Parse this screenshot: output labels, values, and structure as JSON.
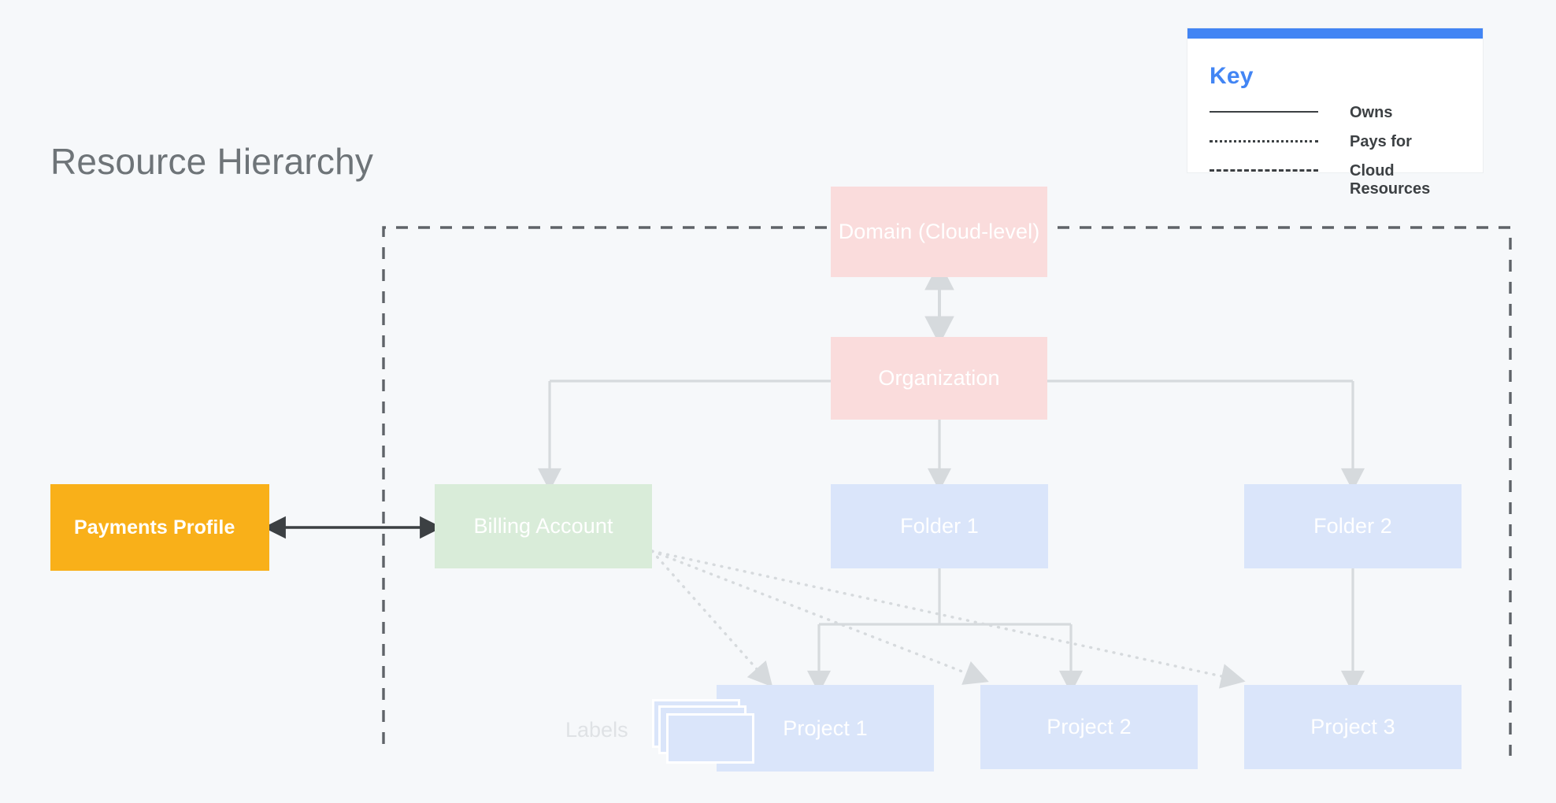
{
  "page": {
    "title": "Resource Hierarchy",
    "background_color": "#f6f8fa"
  },
  "key": {
    "title": "Key",
    "accent_color": "#4285f4",
    "items": [
      {
        "style": "solid",
        "label": "Owns"
      },
      {
        "style": "dotted",
        "label": "Pays for"
      },
      {
        "style": "dashed",
        "label": "Cloud Resources"
      }
    ]
  },
  "diagram": {
    "type": "hierarchy",
    "cloud_boundary_label": "Cloud Resources",
    "nodes": [
      {
        "id": "domain",
        "label": "Domain (Cloud-level)",
        "color": "#fadcdc",
        "text_color": "#ffffff"
      },
      {
        "id": "organization",
        "label": "Organization",
        "color": "#fadcdc",
        "text_color": "#ffffff"
      },
      {
        "id": "payments_profile",
        "label": "Payments Profile",
        "color": "#f9b019",
        "text_color": "#ffffff"
      },
      {
        "id": "billing_account",
        "label": "Billing Account",
        "color": "#d9ecd9",
        "text_color": "#ffffff"
      },
      {
        "id": "folder_1",
        "label": "Folder 1",
        "color": "#dae5fa",
        "text_color": "#ffffff"
      },
      {
        "id": "folder_2",
        "label": "Folder 2",
        "color": "#dae5fa",
        "text_color": "#ffffff"
      },
      {
        "id": "project_1",
        "label": "Project 1",
        "color": "#dae5fa",
        "text_color": "#ffffff"
      },
      {
        "id": "project_2",
        "label": "Project 2",
        "color": "#dae5fa",
        "text_color": "#ffffff"
      },
      {
        "id": "project_3",
        "label": "Project 3",
        "color": "#dae5fa",
        "text_color": "#ffffff"
      }
    ],
    "labels_caption": "Labels",
    "edges": [
      {
        "from": "domain",
        "to": "organization",
        "style": "owns",
        "arrow": "double"
      },
      {
        "from": "organization",
        "to": "billing_account",
        "style": "owns",
        "arrow": "single"
      },
      {
        "from": "organization",
        "to": "folder_1",
        "style": "owns",
        "arrow": "single"
      },
      {
        "from": "organization",
        "to": "folder_2",
        "style": "owns",
        "arrow": "single"
      },
      {
        "from": "folder_1",
        "to": "project_1",
        "style": "owns",
        "arrow": "single"
      },
      {
        "from": "folder_1",
        "to": "project_2",
        "style": "owns",
        "arrow": "single"
      },
      {
        "from": "folder_2",
        "to": "project_3",
        "style": "owns",
        "arrow": "single"
      },
      {
        "from": "payments_profile",
        "to": "billing_account",
        "style": "owns",
        "arrow": "double"
      },
      {
        "from": "billing_account",
        "to": "project_1",
        "style": "pays_for",
        "arrow": "single"
      },
      {
        "from": "billing_account",
        "to": "project_2",
        "style": "pays_for",
        "arrow": "single"
      },
      {
        "from": "billing_account",
        "to": "project_3",
        "style": "pays_for",
        "arrow": "single"
      }
    ]
  }
}
